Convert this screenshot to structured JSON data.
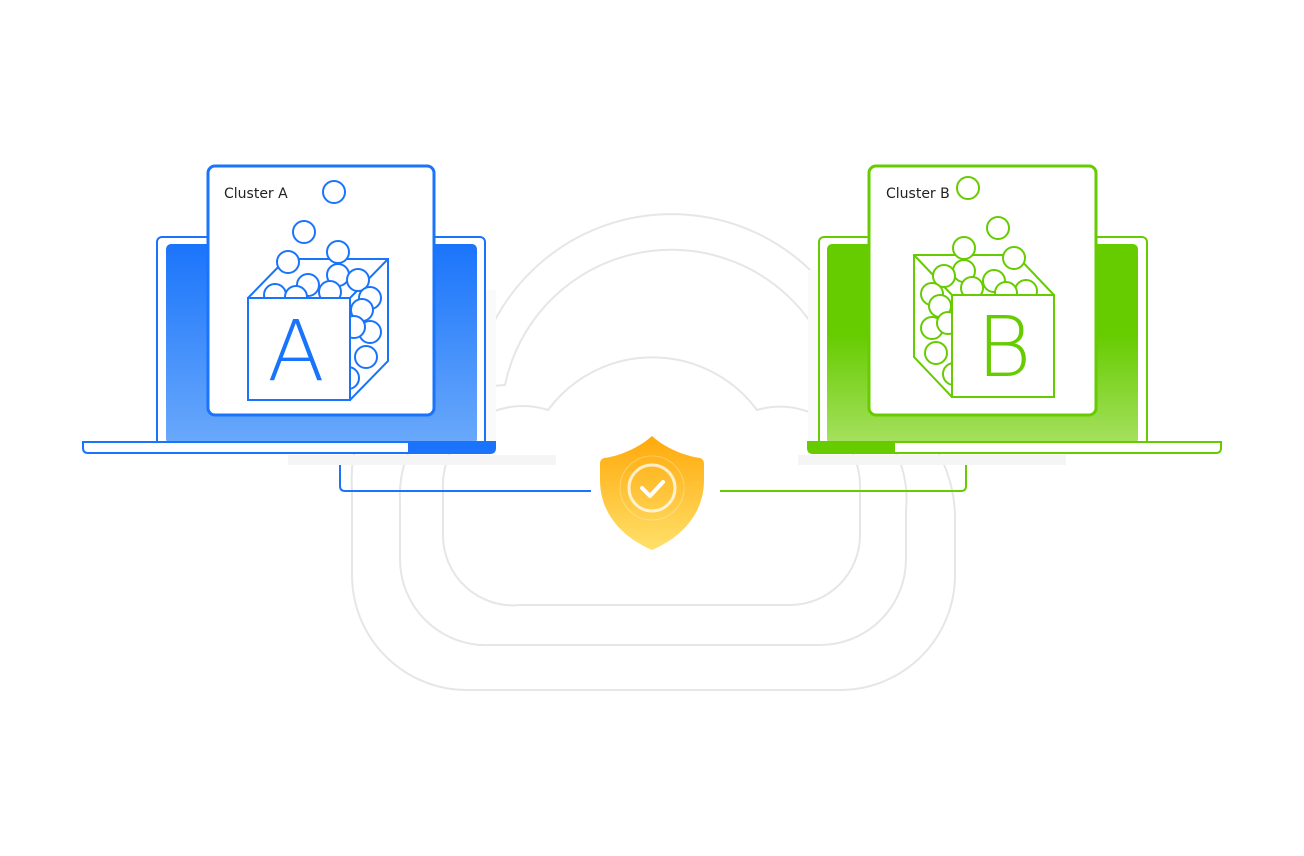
{
  "clusters": [
    {
      "label": "Cluster A",
      "letter": "A",
      "color": "#1a74fb"
    },
    {
      "label": "Cluster B",
      "letter": "B",
      "color": "#66cc00"
    }
  ],
  "shield": {
    "icon": "shield-check-icon",
    "color": "#ffb20f"
  },
  "colors": {
    "cloud": "#e8e8e8"
  }
}
